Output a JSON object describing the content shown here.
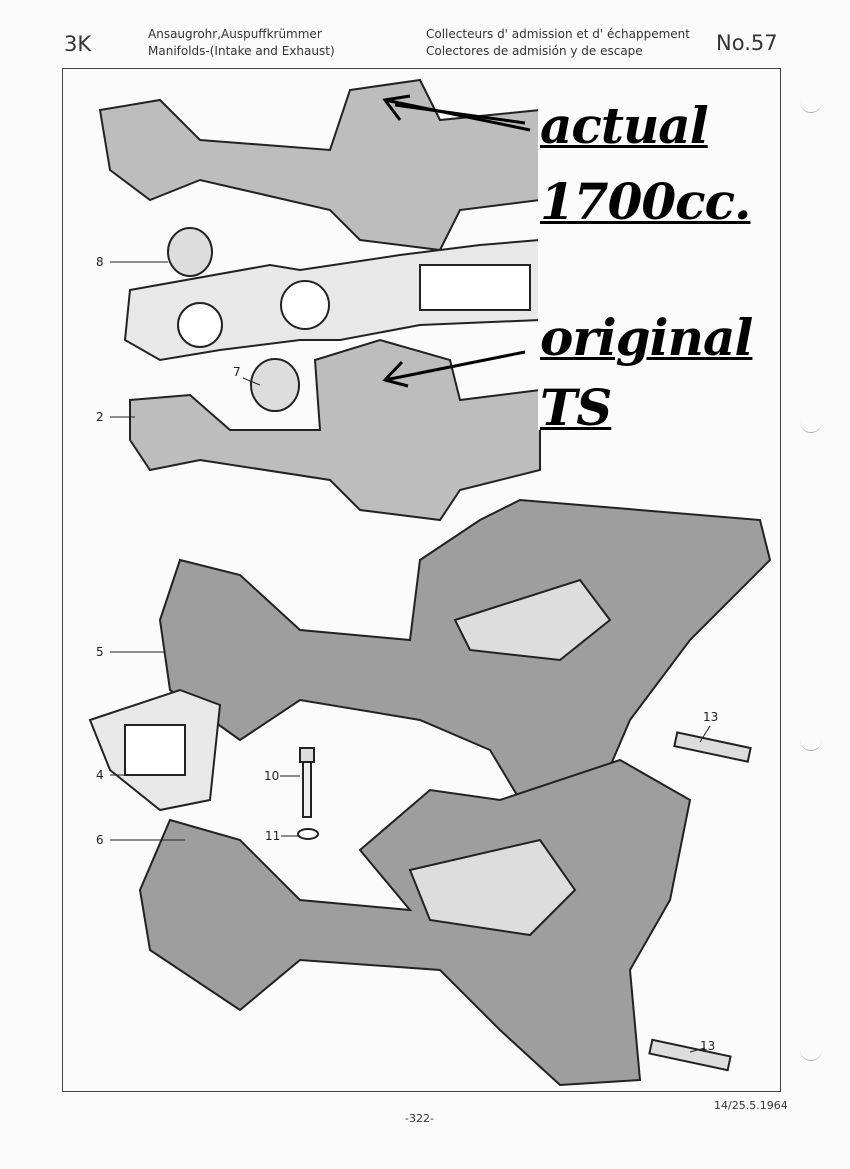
{
  "header": {
    "group_code": "3K",
    "title_de": "Ansaugrohr,Auspuffkrümmer",
    "title_en": "Manifolds-(Intake and Exhaust)",
    "title_fr": "Collecteurs d' admission et d' échappement",
    "title_es": "Colectores de admisión y de  escape",
    "plate_number": "No.57"
  },
  "annotations": {
    "line1": "actual",
    "line2": "1700cc.",
    "line3": "original",
    "line4": "TS"
  },
  "part_labels": [
    "8",
    "7",
    "2",
    "5",
    "4",
    "10",
    "11",
    "6",
    "13",
    "13"
  ],
  "footer": {
    "date_code": "14/25.5.1964",
    "page_number": "-322-"
  }
}
